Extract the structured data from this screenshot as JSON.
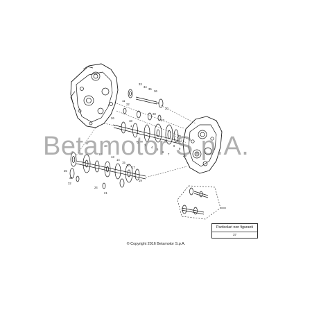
{
  "watermark": "Betamotor S.p.A.",
  "copyright": "© Copyright 2016 Betamotor S.p.A.",
  "note": {
    "title": "Particolari non figuranti",
    "number": "37"
  },
  "callouts": [
    "33",
    "34",
    "35",
    "36",
    "11",
    "22",
    "20",
    "23",
    "28",
    "27",
    "26",
    "18",
    "1",
    "2",
    "3",
    "4",
    "5",
    "6",
    "7",
    "8",
    "9",
    "10",
    "12",
    "13",
    "14",
    "15",
    "16",
    "17",
    "19",
    "21",
    "24",
    "25",
    "29",
    "30",
    "31",
    "32"
  ]
}
